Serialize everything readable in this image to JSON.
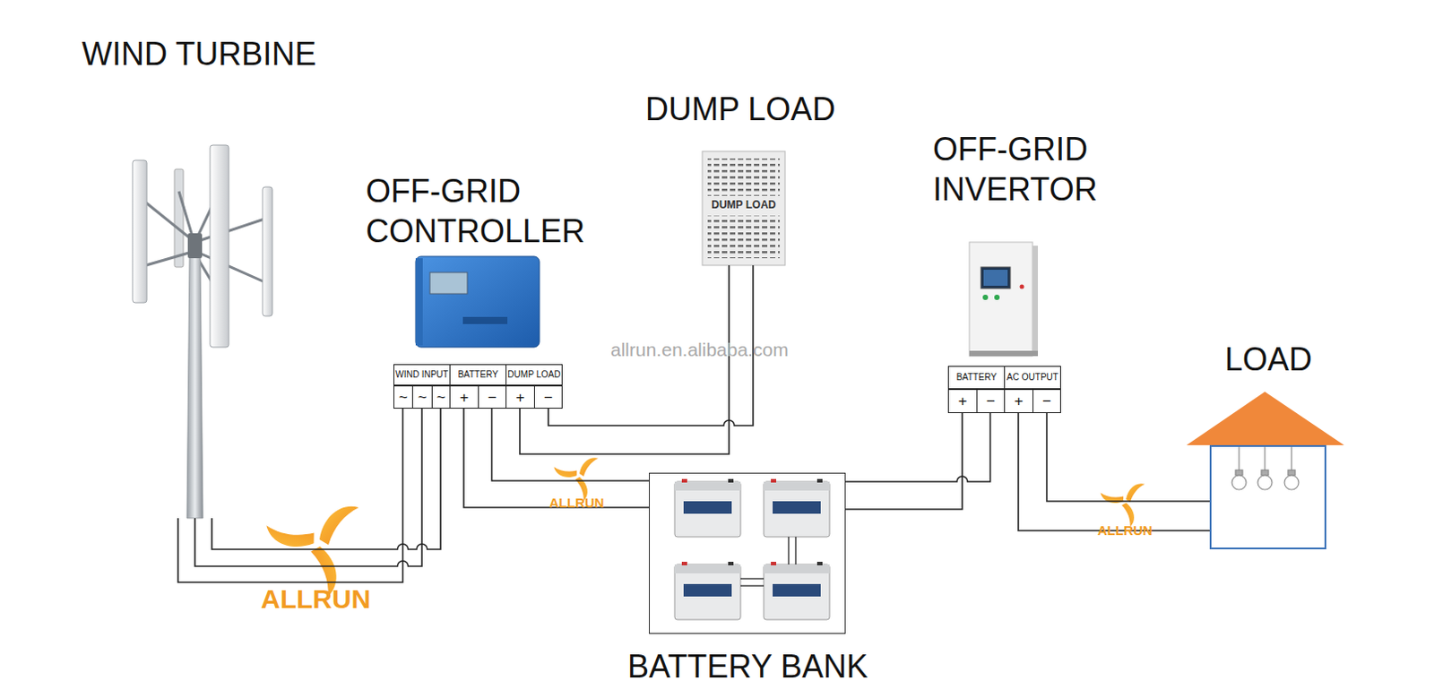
{
  "diagram": {
    "nodes": [
      {
        "text": [
          "WIND TURBINE"
        ]
      },
      {
        "text": [
          "OFF-GRID CONTROLLER"
        ]
      },
      {
        "text": [
          "DUMP LOAD",
          "DUMP LOAD"
        ]
      },
      {
        "text": [
          "OFF-GRID INVERTOR"
        ]
      },
      {
        "text": [
          "LOAD"
        ]
      },
      {
        "text": [
          "BATTERY BANK"
        ]
      },
      {
        "text": [
          "WIND INPUT"
        ]
      },
      {
        "text": [
          "~"
        ]
      },
      {
        "text": [
          "~"
        ]
      },
      {
        "text": [
          "~"
        ]
      },
      {
        "text": [
          "BATTERY"
        ]
      },
      {
        "text": [
          "+"
        ]
      },
      {
        "text": [
          "−"
        ]
      },
      {
        "text": [
          "DUMP LOAD"
        ]
      },
      {
        "text": [
          "+"
        ]
      },
      {
        "text": [
          "−"
        ]
      },
      {
        "text": [
          "BATTERY"
        ]
      },
      {
        "text": [
          "+"
        ]
      },
      {
        "text": [
          "−"
        ]
      },
      {
        "text": [
          "AC OUTPUT"
        ]
      },
      {
        "text": [
          "+"
        ]
      },
      {
        "text": [
          "−"
        ]
      }
    ],
    "edges": [
      {
        "from": 0,
        "to": 7,
        "arrow": "none"
      },
      {
        "from": 0,
        "to": 8,
        "arrow": "none"
      },
      {
        "from": 0,
        "to": 9,
        "arrow": "none"
      },
      {
        "from": 11,
        "to": 5,
        "arrow": "none"
      },
      {
        "from": 12,
        "to": 5,
        "arrow": "none"
      },
      {
        "from": 14,
        "to": 2,
        "arrow": "none"
      },
      {
        "from": 15,
        "to": 2,
        "arrow": "none"
      },
      {
        "from": 5,
        "to": 17,
        "arrow": "none"
      },
      {
        "from": 5,
        "to": 18,
        "arrow": "none"
      },
      {
        "from": 20,
        "to": 4,
        "arrow": "none"
      },
      {
        "from": 21,
        "to": 4,
        "arrow": "none"
      }
    ],
    "labels": [
      "allrun.en.alibaba.com",
      "ALLRUN",
      "ALLRUN",
      "ALLRUN"
    ]
  }
}
